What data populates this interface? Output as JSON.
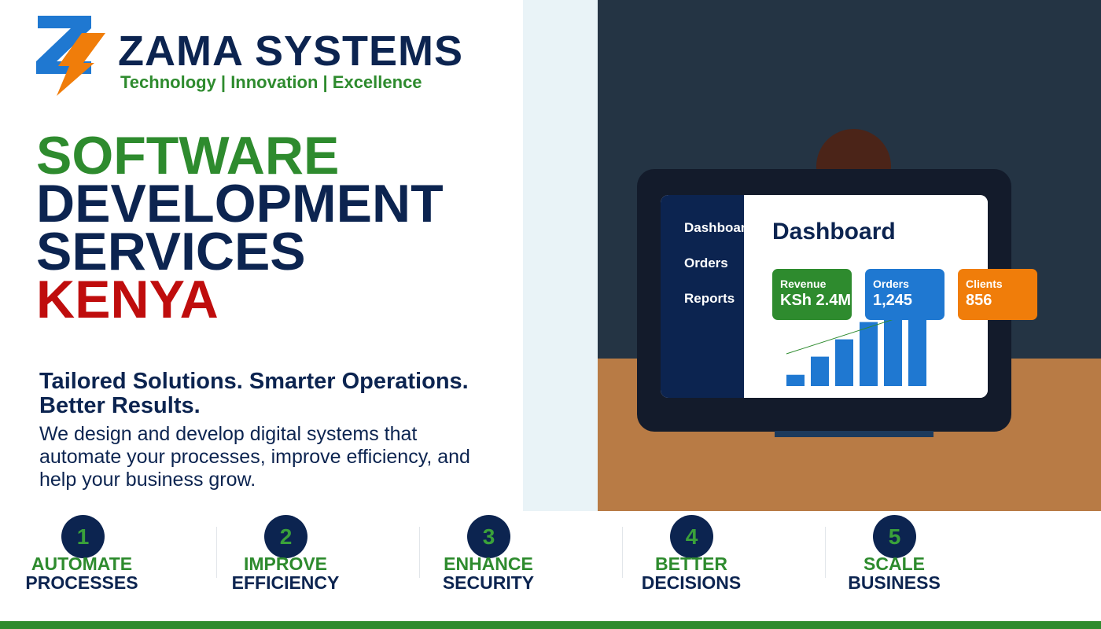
{
  "brand": {
    "name": "ZAMA SYSTEMS",
    "tagline": "Technology | Innovation | Excellence"
  },
  "headline": {
    "line1": "SOFTWARE",
    "line2": "DEVELOPMENT",
    "line3": "SERVICES",
    "line4": "KENYA"
  },
  "subhead": "Tailored Solutions. Smarter Operations. Better Results.",
  "body": "We design and develop digital systems that automate your processes, improve efficiency, and help your business grow.",
  "dashboard": {
    "title": "Dashboard",
    "nav": [
      "Dashboard",
      "Orders",
      "Reports"
    ],
    "kpis": [
      {
        "label": "Revenue",
        "value": "KSh 2.4M",
        "color": "#2e8b2e"
      },
      {
        "label": "Orders",
        "value": "1,245",
        "color": "#1f78d1"
      },
      {
        "label": "Clients",
        "value": "856",
        "color": "#f07d0a"
      }
    ],
    "bar_levels": [
      0.13,
      0.34,
      0.54,
      0.74,
      0.94,
      1.0
    ],
    "bar_color": "#1f78d1",
    "trend_color": "#2e8b2e"
  },
  "benefits": [
    {
      "number": "1",
      "line1": "AUTOMATE",
      "line2": "PROCESSES"
    },
    {
      "number": "2",
      "line1": "IMPROVE",
      "line2": "EFFICIENCY"
    },
    {
      "number": "3",
      "line1": "ENHANCE",
      "line2": "SECURITY"
    },
    {
      "number": "4",
      "line1": "BETTER",
      "line2": "DECISIONS"
    },
    {
      "number": "5",
      "line1": "SCALE",
      "line2": "BUSINESS"
    }
  ],
  "colors": {
    "navy": "#0c2450",
    "green": "#2e8b2e",
    "red": "#bf0d0d",
    "orange": "#f07d0a",
    "blue": "#1f78d1"
  }
}
